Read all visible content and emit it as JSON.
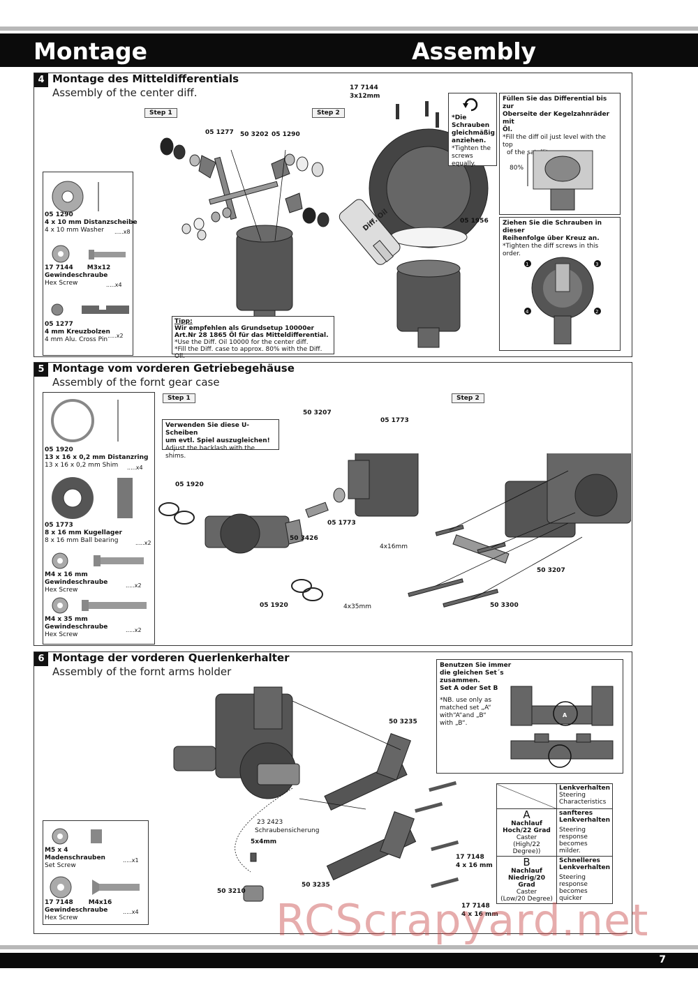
{
  "header": {
    "left": "Montage",
    "right": "Assembly"
  },
  "page_number": "7",
  "watermark": "RCScrapyard.net",
  "section4": {
    "num": "4",
    "title_de": "Montage des Mitteldifferentials",
    "title_en": "Assembly of the center diff.",
    "step1": "Step 1",
    "step2": "Step 2",
    "labels": {
      "p051277": "05 1277",
      "p503202": "50 3202",
      "p051290": "05 1290",
      "p177144": "17 7144",
      "screw_size": "3x12mm",
      "p051956": "05 1956",
      "bottle": "Diff. Oil",
      "pct": "80%"
    },
    "parts": [
      {
        "code": "05 1290",
        "de": "4 x 10 mm Distanzscheibe",
        "en": "4 x 10 mm Washer",
        "qty": ".....x8"
      },
      {
        "code": "17 7144",
        "size": "M3x12",
        "de": "Gewindeschraube",
        "en": "Hex Screw",
        "qty": ".....x4"
      },
      {
        "code": "05 1277",
        "de": "4 mm Kreuzbolzen",
        "en": "4 mm Alu. Cross Pin",
        "qty": ".....x2"
      }
    ],
    "tip": {
      "head": "Tipp:",
      "l1": "Wir empfehlen als Grundsetup 10000er",
      "l2": "Art.Nr 28 1865 Öl für das Mitteldifferential.",
      "l3": "*Use the Diff. Oil 10000  for the center diff.",
      "l4": "*Fill the Diff. case to approx. 80% with the Diff. Oil."
    },
    "tighten": {
      "l1": "*Die",
      "l2": "Schrauben",
      "l3": "gleichmäßig",
      "l4": "anziehen.",
      "l5": "*Tighten the",
      "l6": "screws",
      "l7": "equally."
    },
    "fill": {
      "l1": "Füllen Sie das Differential bis zur",
      "l2": "Oberseite der Kegelzahnräder mit",
      "l3": "Öl.",
      "l4": "*Fill the diff oil just level with the top",
      "l5": "of the satellite gears."
    },
    "order": {
      "l1": "Ziehen Sie die Schrauben in dieser",
      "l2": "Reihenfolge über Kreuz an.",
      "l3": "*Tighten the diff screws in this order.",
      "n1": "1",
      "n2": "2",
      "n3": "3",
      "n4": "4"
    }
  },
  "section5": {
    "num": "5",
    "title_de": "Montage vom vorderen Getriebegehäuse",
    "title_en": "Assembly of the fornt gear case",
    "step1": "Step 1",
    "step2": "Step 2",
    "labels": {
      "p503207a": "50 3207",
      "p051773a": "05 1773",
      "p051920a": "05 1920",
      "p051773b": "05 1773",
      "p503426": "50 3426",
      "p051920b": "05 1920",
      "s4x16": "4x16mm",
      "s4x35": "4x35mm",
      "p503207b": "50 3207",
      "p503300": "50 3300"
    },
    "shim_note": {
      "l1": "Verwenden Sie diese U-Scheiben",
      "l2": "um evtl. Spiel auszugleichen!",
      "l3": "Adjust the backlash with the shims."
    },
    "parts": [
      {
        "code": "05 1920",
        "de": "13 x 16 x 0,2 mm Distanzring",
        "en": "13 x 16 x 0,2 mm Shim",
        "qty": ".....x4"
      },
      {
        "code": "05 1773",
        "de": "8 x 16 mm Kugellager",
        "en": "8 x 16 mm Ball bearing",
        "qty": ".....x2"
      },
      {
        "code": "M4 x 16 mm",
        "de": "Gewindeschraube",
        "en": "Hex Screw",
        "qty": ".....x2"
      },
      {
        "code": "M4 x 35 mm",
        "de": "Gewindeschraube",
        "en": "Hex Screw",
        "qty": ".....x2"
      }
    ]
  },
  "section6": {
    "num": "6",
    "title_de": "Montage der vorderen Querlenkerhalter",
    "title_en": "Assembly of the fornt arms holder",
    "labels": {
      "p503235a": "50 3235",
      "p232423": "23 2423",
      "locktite": "Schraubensicherung",
      "s5x4": "5x4mm",
      "p503210": "50 3210",
      "p503235b": "50 3235",
      "p177148a": "17 7148",
      "s4x16a": "4 x 16 mm",
      "p177148b": "17 7148",
      "s4x16b": "4 x 16 mm"
    },
    "set_note": {
      "l1": "Benutzen Sie immer",
      "l2": "die gleichen Set´s",
      "l3": "zusammen.",
      "l4": "Set A oder Set B",
      "l5": "*NB. use only as",
      "l6": "matched set „A“",
      "l7": "with“A“and „B“",
      "l8": "with „B“.",
      "a": "A",
      "b": "A"
    },
    "steer_table": {
      "head_de": "Lenkverhalten",
      "head_en1": "Steering",
      "head_en2": "Characteristics",
      "a_letter": "A",
      "a_l1": "Nachlauf",
      "a_l2": "Hoch/22 Grad",
      "a_l3": "Caster",
      "a_l4": "(High/22 Degree))",
      "a_d1": "sanfteres",
      "a_d2": "Lenkverhalten",
      "a_e1": "Steering response",
      "a_e2": "becomes milder.",
      "b_letter": "B",
      "b_l1": "Nachlauf",
      "b_l2": "Niedrig/20 Grad",
      "b_l3": "Caster",
      "b_l4": "(Low/20 Degree)",
      "b_d1": "Schnelleres",
      "b_d2": "Lenkverhalten",
      "b_e1": "Steering response",
      "b_e2": "becomes quicker"
    },
    "parts": [
      {
        "code": "M5 x 4",
        "de": "Madenschrauben",
        "en": "Set Screw",
        "qty": ".....x1"
      },
      {
        "code": "17 7148",
        "size": "M4x16",
        "de": "Gewindeschraube",
        "en": "Hex Screw",
        "qty": ".....x4"
      }
    ]
  }
}
